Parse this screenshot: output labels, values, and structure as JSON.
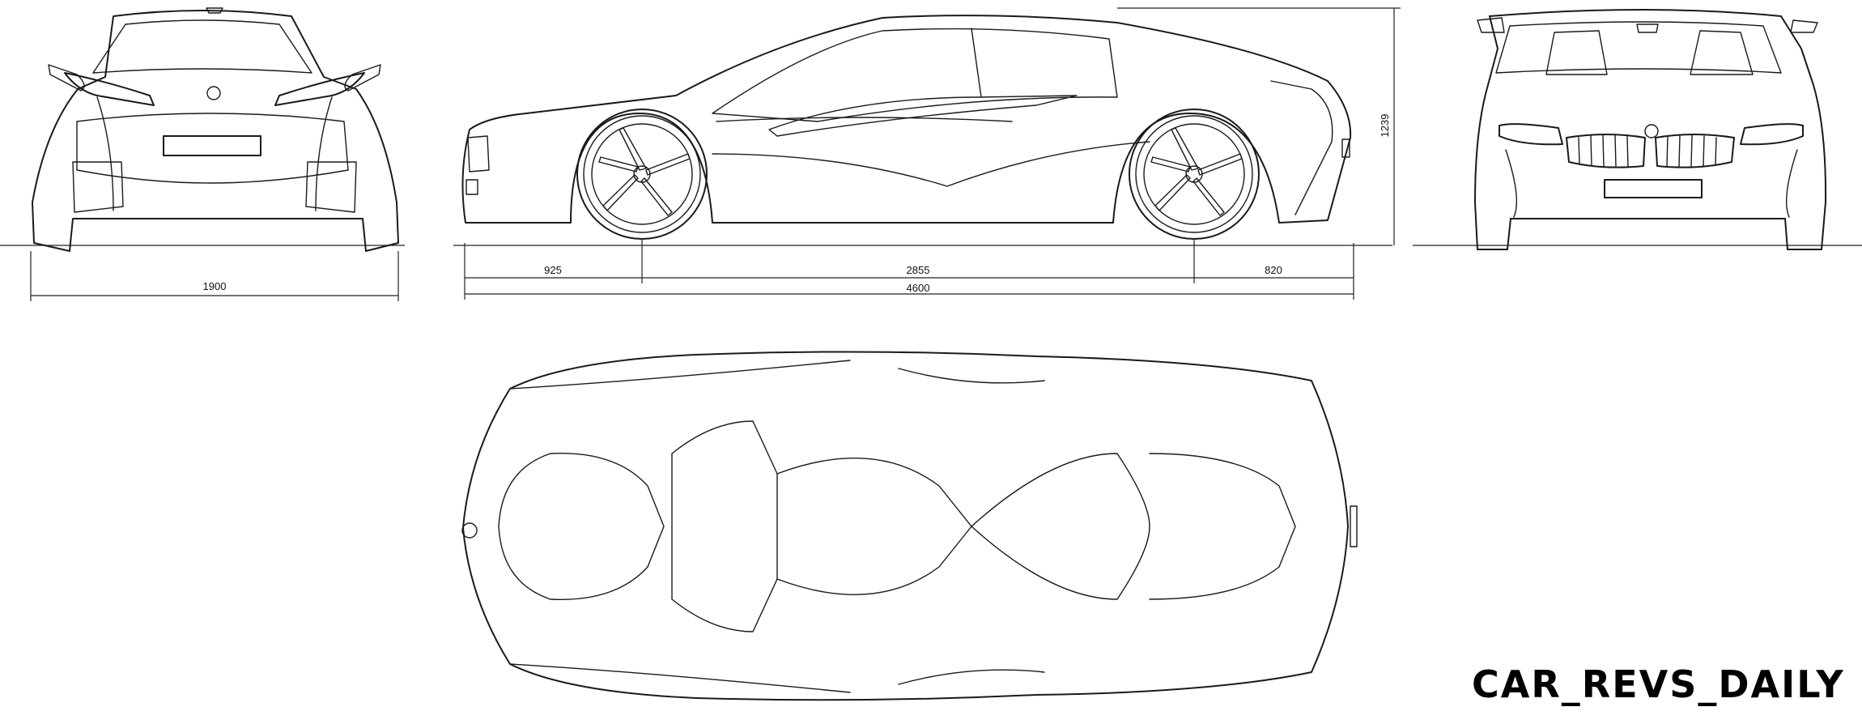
{
  "dimensions": {
    "width_label": "1900",
    "front_overhang_label": "925",
    "wheelbase_label": "2855",
    "rear_overhang_label": "820",
    "length_label": "4600",
    "height_label": "1239"
  },
  "watermark": "CAR_REVS_DAILY",
  "colors": {
    "line": "#1a1a1a",
    "background": "#ffffff"
  }
}
